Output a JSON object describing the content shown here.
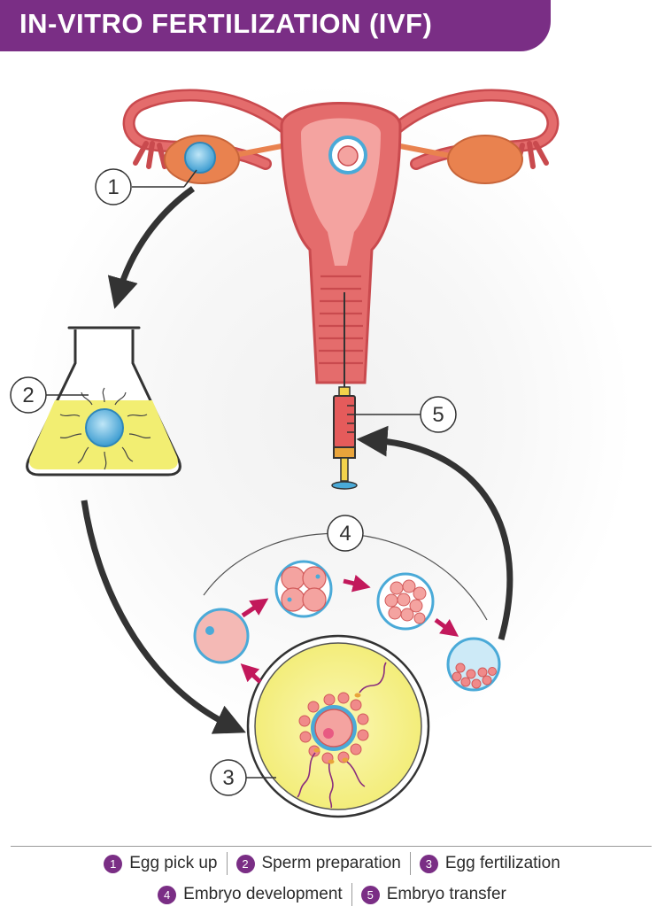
{
  "title": "IN-VITRO FERTILIZATION (IVF)",
  "colors": {
    "accent": "#7a2e85",
    "uterus": "#e46c6c",
    "uterus_light": "#f4a3a0",
    "ovary": "#e9824f",
    "cell_blue": "#4aaad8",
    "flask_liquid": "#f2ee72",
    "arrow_pink": "#c2185b",
    "arrow_dark": "#333333"
  },
  "markers": [
    {
      "number": "1"
    },
    {
      "number": "2"
    },
    {
      "number": "3"
    },
    {
      "number": "4"
    },
    {
      "number": "5"
    }
  ],
  "legend": [
    {
      "number": "1",
      "text": "Egg pick up"
    },
    {
      "number": "2",
      "text": "Sperm preparation"
    },
    {
      "number": "3",
      "text": "Egg fertilization"
    },
    {
      "number": "4",
      "text": "Embryo development"
    },
    {
      "number": "5",
      "text": "Embryo transfer"
    }
  ]
}
